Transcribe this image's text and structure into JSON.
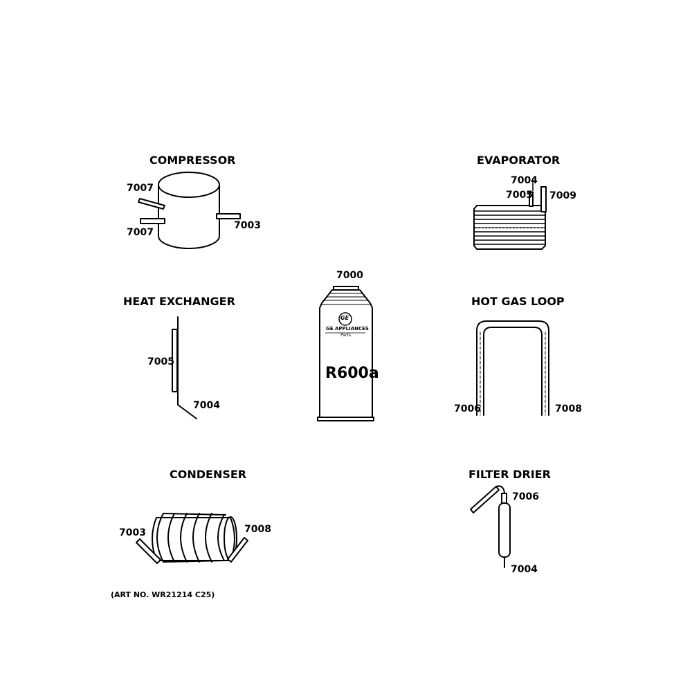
{
  "titles": {
    "compressor": "COMPRESSOR",
    "evaporator": "EVAPORATOR",
    "heat_exchanger": "HEAT EXCHANGER",
    "hot_gas_loop": "HOT GAS LOOP",
    "condenser": "CONDENSER",
    "filter_drier": "FILTER DRIER"
  },
  "callouts": {
    "compressor_top": "7007",
    "compressor_bottom": "7007",
    "compressor_right": "7003",
    "evaporator_a": "7004",
    "evaporator_b": "7005",
    "evaporator_c": "7009",
    "refrigerant": "7000",
    "heat_exchanger_a": "7005",
    "heat_exchanger_b": "7004",
    "hot_gas_left": "7006",
    "hot_gas_right": "7008",
    "condenser_left": "7003",
    "condenser_right": "7008",
    "filter_drier_top": "7006",
    "filter_drier_bottom": "7004"
  },
  "can": {
    "brand": "GE APPLIANCES",
    "sub": "Parts",
    "logo": "GE",
    "product": "R600a"
  },
  "art_number": "(ART NO. WR21214 C25)",
  "colors": {
    "ink": "#000000",
    "background": "#ffffff"
  }
}
